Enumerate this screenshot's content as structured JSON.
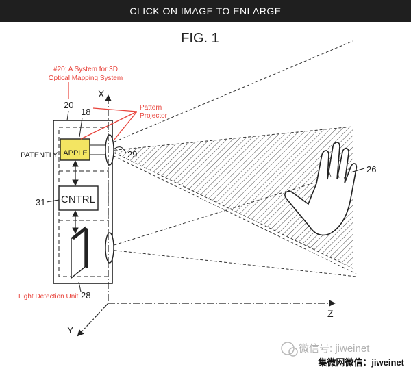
{
  "header": {
    "label": "CLICK ON IMAGE TO ENLARGE"
  },
  "figure": {
    "title": "FIG. 1",
    "annotation_system_line1": "#20; A System for 3D",
    "annotation_system_line2": "Optical Mapping System",
    "ref_20": "20",
    "ref_18": "18",
    "pattern_line1": "Pattern",
    "pattern_line2": "Projector",
    "axis_x": "X",
    "axis_y": "Y",
    "axis_z": "Z",
    "patently": "PATENTLY",
    "apple": "APPLE",
    "ref_29": "29",
    "ref_26": "26",
    "ref_31": "31",
    "cntrl": "CNTRL",
    "light_detection": "Light Detection Unit",
    "ref_28": "28",
    "colors": {
      "accent_red": "#e8423a",
      "highlight_yellow": "#f3e562",
      "line": "#222222"
    }
  },
  "watermark": {
    "wechat_id": "微信号: jiweinet",
    "site": "集微网微信：jiweinet"
  }
}
